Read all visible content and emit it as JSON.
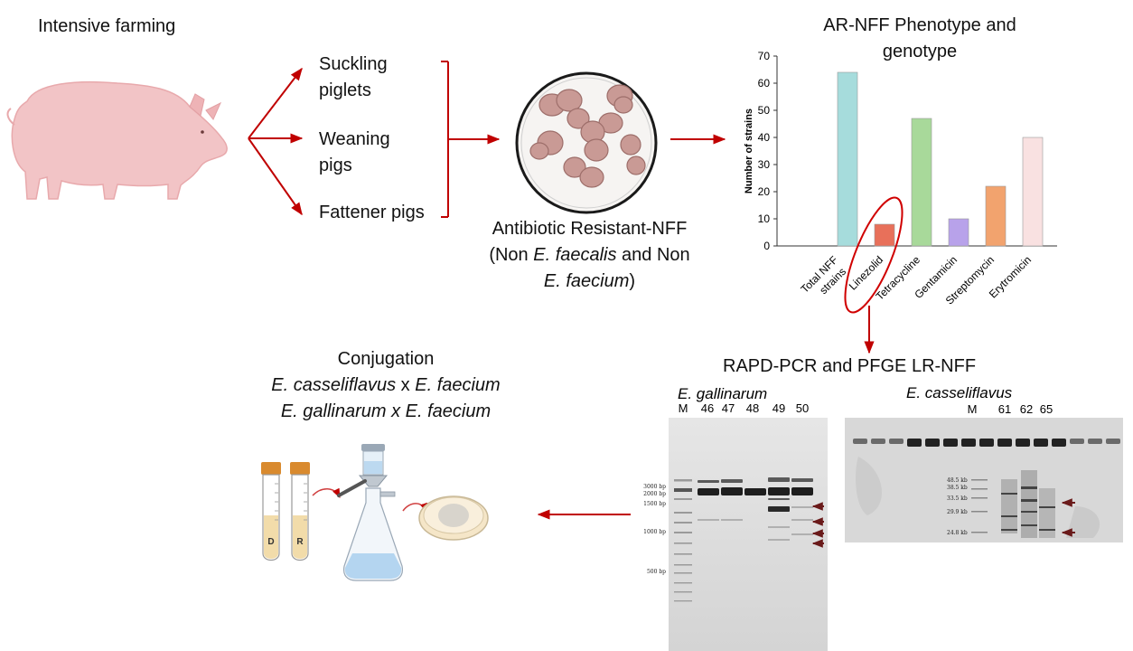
{
  "intensive": {
    "title": "Intensive farming"
  },
  "groups": [
    {
      "line1": "Suckling",
      "line2": "piglets"
    },
    {
      "line1": "Weaning",
      "line2": "pigs"
    },
    {
      "line1": "Fattener pigs",
      "line2": ""
    }
  ],
  "arnff": {
    "line1": "Antibiotic Resistant-NFF",
    "line2_pre": "(Non ",
    "line2_it": "E. faecalis",
    "line2_post": " and Non",
    "line3_it": "E. faecium",
    "line3_post": ")"
  },
  "phenotype": {
    "title_line1": "AR-NFF Phenotype and",
    "title_line2": "genotype"
  },
  "chart_data": {
    "type": "bar",
    "categories": [
      "Total NFF strains",
      "Linezolid",
      "Tetracycline",
      "Gentamicin",
      "Streptomycin",
      "Erytromicin"
    ],
    "tick_labels": [
      "Total NFF",
      "strains",
      "Linezolid",
      "Tetracycline",
      "Gentamicin",
      "Streptomycin",
      "Erytromicin"
    ],
    "values": [
      64,
      8,
      47,
      10,
      22,
      40
    ],
    "colors": [
      "#a6dcdc",
      "#e8705a",
      "#a8d99a",
      "#b8a2ea",
      "#f2a36e",
      "#f9e1e1"
    ],
    "ylabel": "Number of strains",
    "ylim": [
      0,
      70
    ],
    "yticks": [
      "0",
      "10",
      "20",
      "30",
      "40",
      "50",
      "60",
      "70"
    ]
  },
  "rapd": {
    "title": "RAPD-PCR and PFGE LR-NFF"
  },
  "gel1": {
    "species": "E. gallinarum",
    "lanes": [
      "M",
      "46",
      "47",
      "48",
      "49",
      "50"
    ],
    "markers": [
      "3000 bp",
      "2000 bp",
      "1500 bp",
      "1000 bp",
      "500 bp"
    ]
  },
  "gel2": {
    "species": "E. casseliflavus",
    "lanes": [
      "M",
      "61",
      "62",
      "65"
    ],
    "markers": [
      "48.5 kb",
      "38.5 kb",
      "33.5 kb",
      "29.9 kb",
      "24.8 kb"
    ]
  },
  "conjugation": {
    "title": "Conjugation",
    "line1_a": "E. casseliflavus",
    "line1_x": " x ",
    "line1_b": "E. faecium",
    "line2": "E. gallinarum x E. faecium",
    "tube_labels": [
      "D",
      "R"
    ]
  },
  "colors": {
    "arrow": "#c00000",
    "pig": "#f2c4c6",
    "cell": "#c99a95",
    "gel_bg": "#dcdcdc"
  }
}
